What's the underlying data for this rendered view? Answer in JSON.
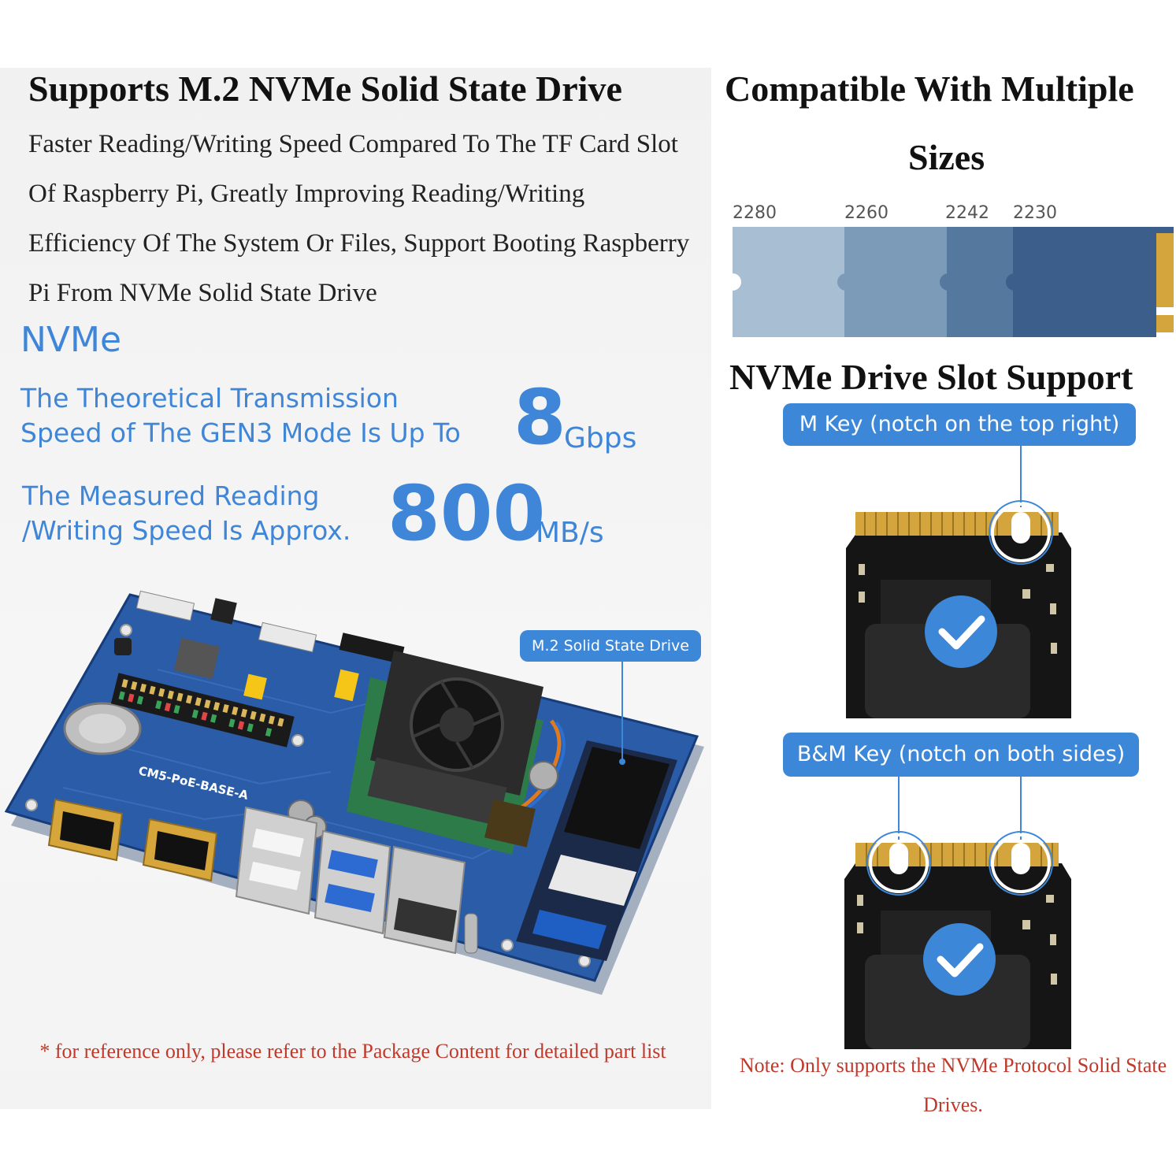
{
  "left": {
    "title": "Supports M.2 NVMe Solid State Drive",
    "description": "Faster Reading/Writing Speed Compared To The TF Card Slot Of Raspberry Pi, Greatly Improving Reading/Writing Efficiency Of The System Or Files, Support Booting Raspberry Pi From NVMe Solid State Drive",
    "nvme_label": "NVMe",
    "transmission_line1": "The Theoretical Transmission",
    "transmission_line2": "Speed of The GEN3 Mode Is Up To",
    "transmission_value": "8",
    "transmission_unit": "Gbps",
    "measured_line1": "The Measured Reading",
    "measured_line2": "/Writing Speed Is Approx.",
    "measured_value": "800",
    "measured_unit": "MB/s",
    "board_label": "CM5-PoE-BASE-A",
    "callout_ssd": "M.2 Solid State Drive",
    "footnote": "* for reference only, please refer to the Package Content for detailed part list"
  },
  "right": {
    "title_line1": "Compatible With Multiple",
    "title_line2": "Sizes",
    "sizes": [
      "2280",
      "2260",
      "2242",
      "2230"
    ],
    "slot_title": "NVMe Drive Slot Support",
    "m_key_label": "M Key (notch on the top right)",
    "bm_key_label": "B&M Key (notch on both sides)",
    "note": "Note: Only supports the NVMe Protocol Solid State Drives."
  },
  "colors": {
    "accent_blue": "#3f86d8",
    "note_red": "#c0392b",
    "size_2280": "#a8bed3",
    "size_2260": "#7c9bb9",
    "size_2242": "#55789f",
    "size_2230": "#3b5f8a",
    "gold": "#d4a53c"
  },
  "icons": [
    "check-icon",
    "check-icon"
  ]
}
